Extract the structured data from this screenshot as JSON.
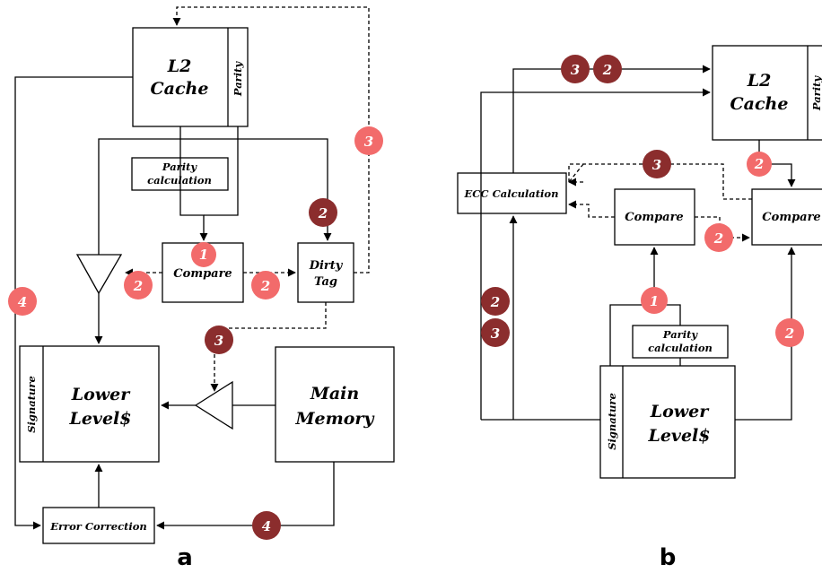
{
  "colors": {
    "light_badge": "#f26b6b",
    "dark_badge": "#8b2d2d",
    "line": "#000000"
  },
  "panel_a": {
    "label": "a",
    "l2_cache": [
      "L2",
      "Cache"
    ],
    "parity": "Parity",
    "parity_calc": [
      "Parity",
      "calculation"
    ],
    "compare": "Compare",
    "dirty_tag": [
      "Dirty",
      "Tag"
    ],
    "signature": "Signature",
    "lower_level": [
      "Lower",
      "Level$"
    ],
    "main_memory": [
      "Main",
      "Memory"
    ],
    "error_correction": "Error Correction"
  },
  "panel_b": {
    "label": "b",
    "l2_cache": [
      "L2",
      "Cache"
    ],
    "parity": "Parity",
    "ecc_calc": "ECC Calculation",
    "compare_left": "Compare",
    "compare_right": "Compare",
    "parity_calc": [
      "Parity",
      "calculation"
    ],
    "signature": "Signature",
    "lower_level": [
      "Lower",
      "Level$"
    ]
  },
  "badges": {
    "a1": "1",
    "a2_left": "2",
    "a2_mid": "2",
    "a2_dark": "2",
    "a3_light": "3",
    "a3_dark": "3",
    "a4_light": "4",
    "a4_dark": "4",
    "b3_top": "3",
    "b2_top": "2",
    "b3_mid": "3",
    "b2_cache": "2",
    "b2_compare": "2",
    "b1": "1",
    "b2_left": "2",
    "b3_left": "3",
    "b2_right": "2"
  }
}
